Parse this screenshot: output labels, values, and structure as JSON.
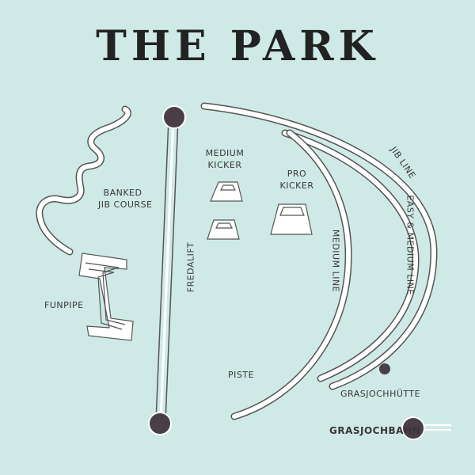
{
  "title": "THE PARK",
  "labels": {
    "banked_jib_course": [
      "BANKED",
      "JIB COURSE"
    ],
    "funpipe": "FUNPIPE",
    "fredalift": "FREDALIFT",
    "medium_kicker": [
      "MEDIUM",
      "KICKER"
    ],
    "pro_kicker": [
      "PRO",
      "KICKER"
    ],
    "medium_line": "MEDIUM LINE",
    "easy_medium_line": "EASY & MEDIUM LINE",
    "jib_line": "JIB LINE",
    "piste": "PISTE",
    "grasjochhuette": "GRASJOCHHÜTTE",
    "grasjochbahn": "GRASJOCHBAHN"
  },
  "colors": {
    "background": "#cfeae6",
    "trail": "#ffffff",
    "outline": "#555555",
    "station": "#4a3f47",
    "text": "#3a3438"
  }
}
